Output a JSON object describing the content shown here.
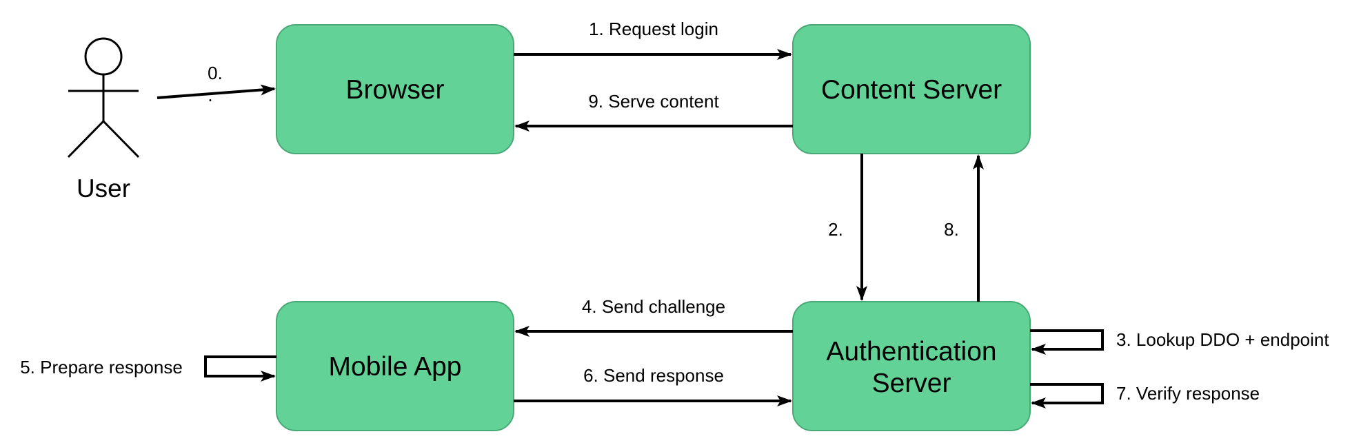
{
  "actor": {
    "label": "User"
  },
  "nodes": {
    "browser": "Browser",
    "content_server": "Content Server",
    "mobile_app": "Mobile App",
    "auth_server_line1": "Authentication",
    "auth_server_line2": "Server"
  },
  "edges": {
    "e0": "0.",
    "e0_dot": ".",
    "e1": "1. Request login",
    "e2": "2.",
    "e3": "3. Lookup DDO + endpoint",
    "e4": "4. Send challenge",
    "e5": "5. Prepare response",
    "e6": "6. Send response",
    "e7": "7. Verify response",
    "e8": "8.",
    "e9": "9. Serve content"
  },
  "colors": {
    "node_fill": "#63d297",
    "node_stroke": "#4aa877",
    "line": "#000000"
  }
}
